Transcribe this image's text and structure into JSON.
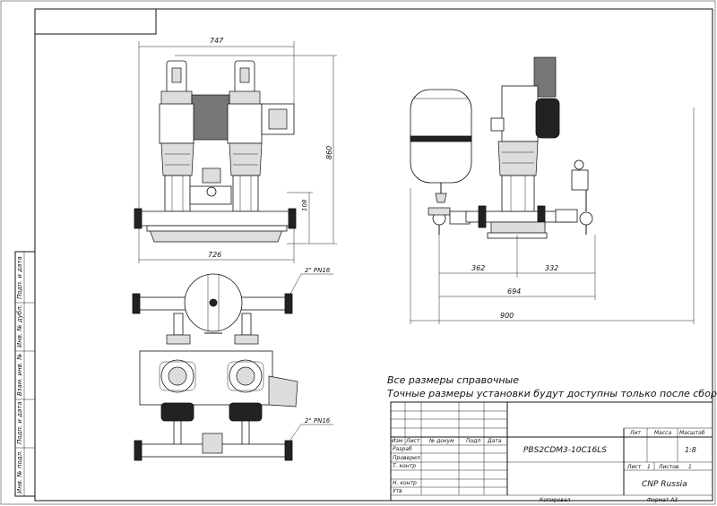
{
  "dimensions": {
    "front_width_top": "747",
    "front_height": "860",
    "front_inlet_height": "108",
    "front_width_bottom": "726",
    "side_left": "362",
    "side_right": "332",
    "side_mid": "694",
    "side_total": "900",
    "pipe_top": "2\" PN16",
    "pipe_bottom": "2\" PN16"
  },
  "notes": {
    "line1": "Все размеры справочные",
    "line2": "Точные размеры установки будут доступны только после сборки"
  },
  "title_block": {
    "product": "PBS2CDM3-10C16LS",
    "company": "CNP Russia",
    "lit_header": "Лит",
    "mass_header": "Масса",
    "scale_header": "Масштаб",
    "scale_value": "1:8",
    "sheet_label": "Лист",
    "sheet_value": "1",
    "sheets_label": "Листов",
    "sheets_value": "1",
    "row_izm": "Изм",
    "row_list": "Лист",
    "row_doc": "№ докум",
    "row_sign": "Подп",
    "row_date": "Дата",
    "razrab": "Разраб",
    "proveril": "Проверил",
    "tkontr": "Т. контр",
    "nkontr": "Н. контр",
    "utv": "Утв",
    "copied": "Копировал",
    "format": "Формат А3"
  },
  "side_stamp": {
    "s1": "Подп. и дата",
    "s2": "Инв. № дубл.",
    "s3": "Взам. инв. №",
    "s4": "Подп. и дата",
    "s5": "Инв. № подл."
  }
}
